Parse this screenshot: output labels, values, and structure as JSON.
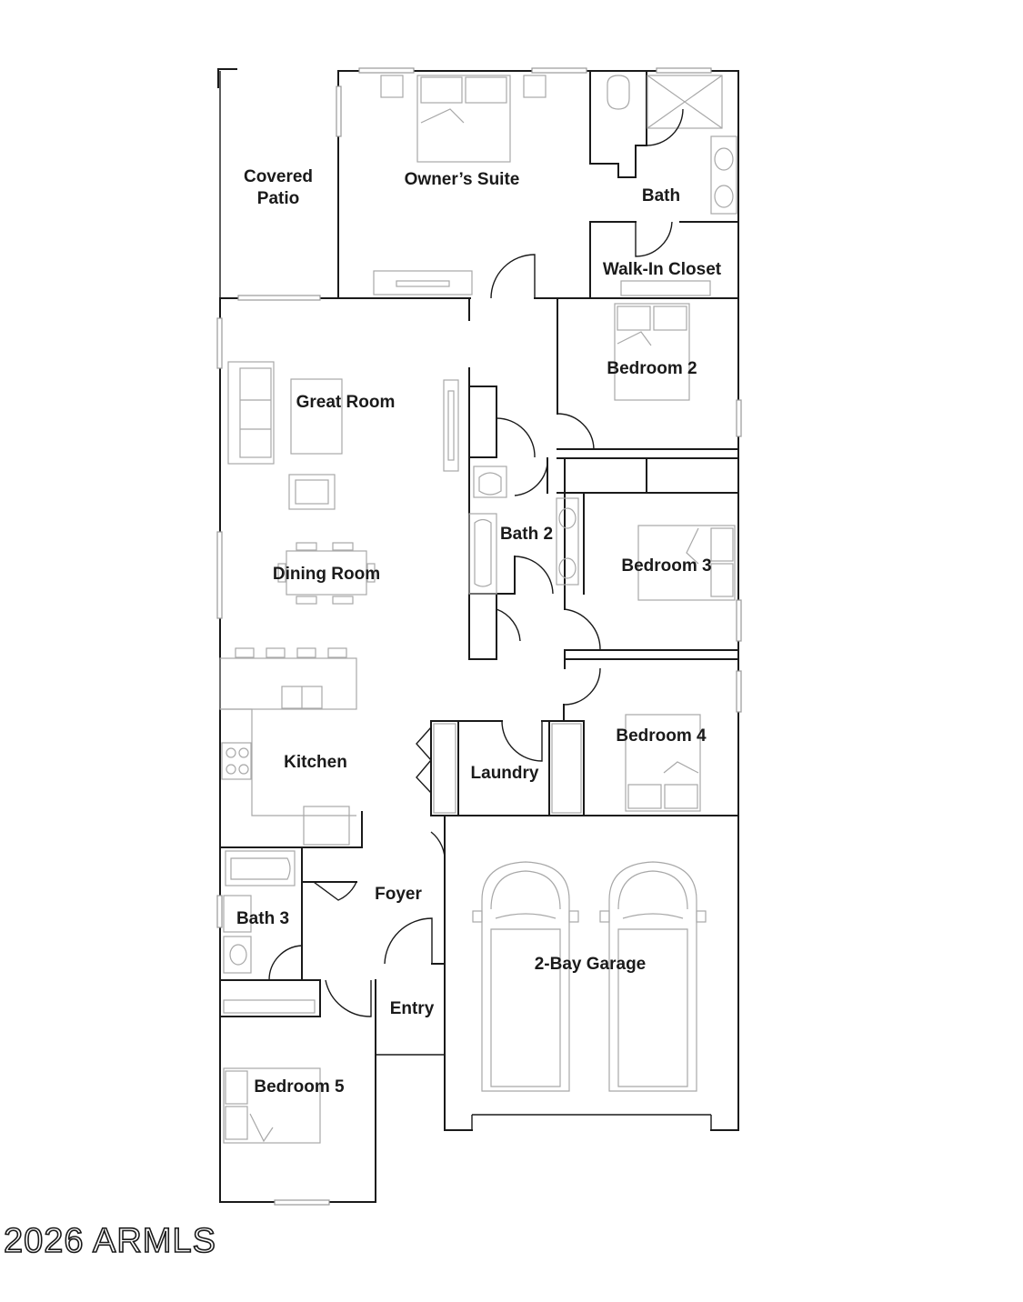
{
  "rooms": {
    "covered_patio_line1": "Covered",
    "covered_patio_line2": "Patio",
    "owners_suite": "Owner’s Suite",
    "bath": "Bath",
    "walk_in_closet": "Walk-In Closet",
    "bedroom_2": "Bedroom 2",
    "great_room": "Great Room",
    "bath_2": "Bath 2",
    "bedroom_3": "Bedroom 3",
    "dining_room": "Dining Room",
    "bedroom_4": "Bedroom 4",
    "kitchen": "Kitchen",
    "laundry": "Laundry",
    "foyer": "Foyer",
    "bath_3": "Bath 3",
    "garage": "2-Bay Garage",
    "entry": "Entry",
    "bedroom_5": "Bedroom 5"
  },
  "watermark": "2026 ARMLS",
  "colors": {
    "walls": "#1a1a1a",
    "furniture": "#a8a8a8",
    "background": "#ffffff"
  }
}
